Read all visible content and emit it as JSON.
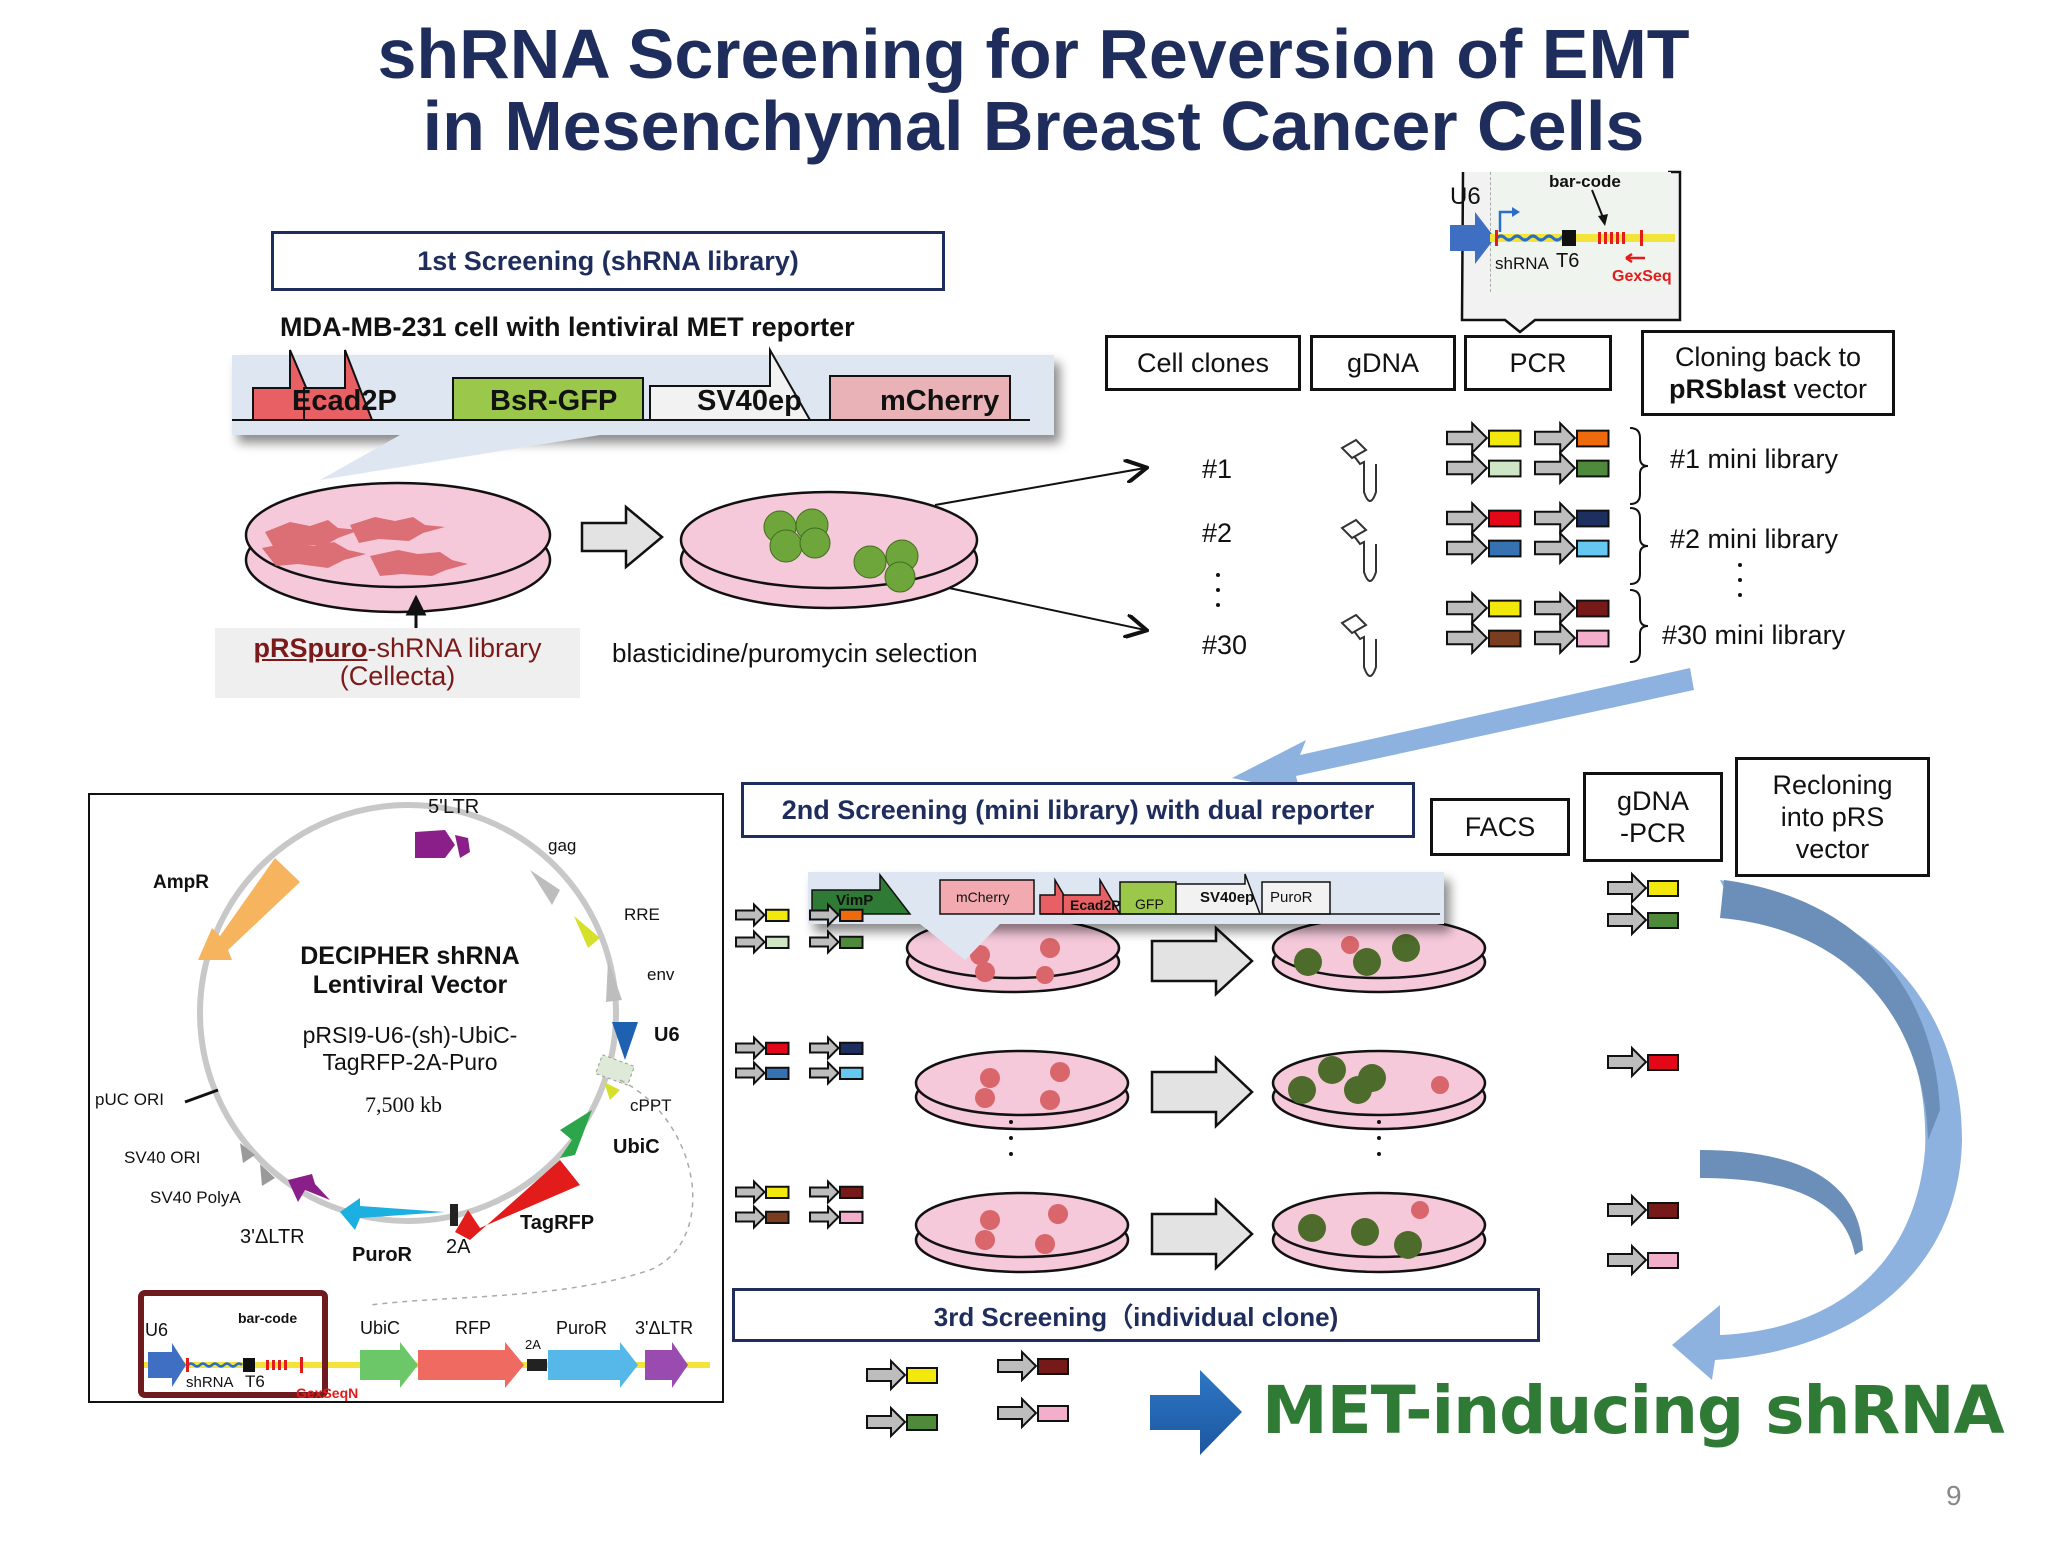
{
  "title": {
    "line1": "shRNA Screening for Reversion of EMT",
    "line2": "in Mesenchymal Breast Cancer Cells"
  },
  "stage1": {
    "label": "1st Screening (shRNA library)",
    "cell_line": "MDA-MB-231 cell with lentiviral MET reporter",
    "reporter_elements": [
      "Ecad2P",
      "BsR-GFP",
      "SV40ep",
      "mCherry"
    ],
    "library_label_bold": "pRSpuro",
    "library_label_rest": "-shRNA library",
    "library_vendor": "(Cellecta)",
    "selection_label": "blasticidine/puromycin selection"
  },
  "barcode_inset": {
    "promoter": "U6",
    "barcode": "bar-code",
    "shrna": "shRNA",
    "terminator": "T6",
    "primer": "GexSeq"
  },
  "columns": {
    "cell_clones": "Cell clones",
    "gdna": "gDNA",
    "pcr": "PCR",
    "cloning_line1": "Cloning back to",
    "cloning_bold": "pRSblast",
    "cloning_rest": " vector"
  },
  "clones": [
    "#1",
    "#2",
    "#30"
  ],
  "mini_libraries": [
    {
      "label": "#1 mini library",
      "colors": [
        "#f3e80c",
        "#ef6a0d",
        "#cfe6c6",
        "#4f8a3c"
      ]
    },
    {
      "label": "#2 mini library",
      "colors": [
        "#e2081a",
        "#1c2f5f",
        "#3672b2",
        "#66c8f0"
      ]
    },
    {
      "label": "#30 mini library",
      "colors": [
        "#f3e80c",
        "#761919",
        "#7b3d1f",
        "#f2aecb"
      ]
    }
  ],
  "stage2": {
    "label": "2nd Screening (mini library) with dual reporter",
    "reporter_elements": [
      "VimP",
      "mCherry",
      "Ecad2P",
      "GFP",
      "SV40ep",
      "PuroR"
    ],
    "facs": "FACS",
    "gdna_pcr_line1": "gDNA",
    "gdna_pcr_line2": "-PCR",
    "recloning_line1": "Recloning",
    "recloning_line2": "into pRS",
    "recloning_line3": "vector",
    "hits": [
      [
        "#f3e80c",
        "#4f8a3c"
      ],
      [
        "#e2081a"
      ],
      [
        "#761919",
        "#f2aecb"
      ]
    ]
  },
  "vector_map": {
    "title_line1": "DECIPHER shRNA",
    "title_line2": "Lentiviral Vector",
    "construct_line1": "pRSI9-U6-(sh)-UbiC-",
    "construct_line2": "TagRFP-2A-Puro",
    "size": "7,500 kb",
    "features": [
      "5'LTR",
      "gag",
      "RRE",
      "env",
      "U6",
      "cPPT",
      "UbiC",
      "TagRFP",
      "2A",
      "PuroR",
      "3'ΔLTR",
      "SV40 PolyA",
      "SV40 ORI",
      "pUC ORI",
      "AmpR"
    ],
    "linear_map": [
      "U6",
      "bar-code",
      "shRNA",
      "T6",
      "GexSeqN",
      "UbiC",
      "RFP",
      "2A",
      "PuroR",
      "3'ΔLTR"
    ]
  },
  "stage3": {
    "label": "3rd Screening（individual clone)",
    "clones": [
      "#f3e80c",
      "#761919",
      "#4f8a3c",
      "#f2aecb"
    ],
    "result": "MET-inducing shRNA"
  },
  "page_number": "9"
}
